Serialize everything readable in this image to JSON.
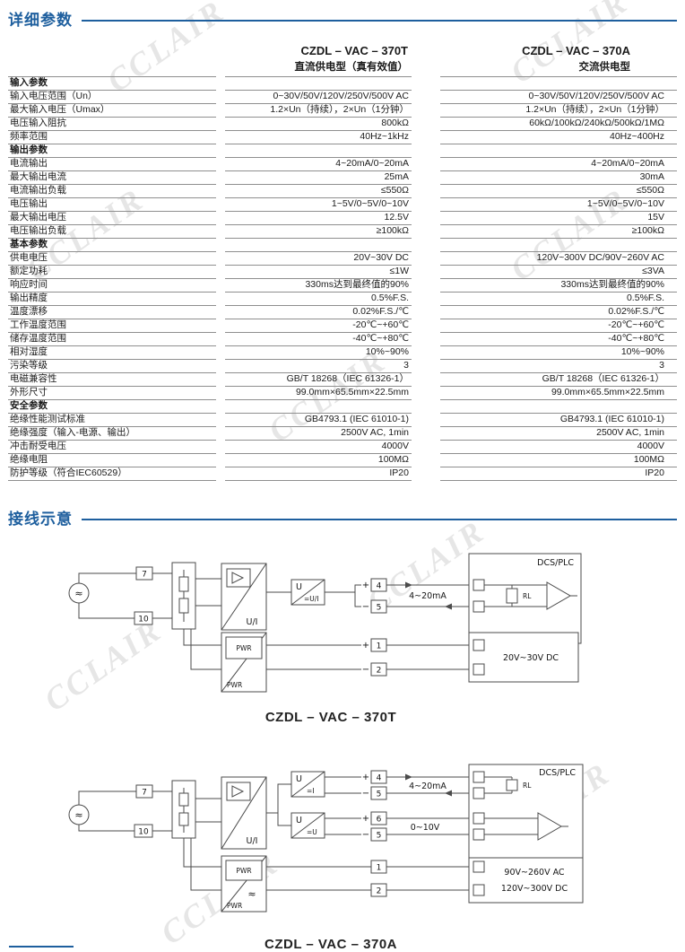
{
  "page": {
    "section1_title": "详细参数",
    "section2_title": "接线示意",
    "watermark": "CCLAIR",
    "accent_color": "#1e5f9e"
  },
  "table": {
    "model1": "CZDL – VAC – 370T",
    "type1": "直流供电型（真有效值）",
    "model2": "CZDL – VAC – 370A",
    "type2": "交流供电型",
    "rows": [
      {
        "type": "section",
        "label": "输入参数"
      },
      {
        "type": "data",
        "label": "输入电压范围（Un）",
        "v1": "0~30V/50V/120V/250V/500V AC",
        "v2": "0~30V/50V/120V/250V/500V AC"
      },
      {
        "type": "data",
        "label": "最大输入电压（Umax）",
        "v1": "1.2×Un（持续），2×Un（1分钟）",
        "v2": "1.2×Un（持续），2×Un（1分钟）"
      },
      {
        "type": "data",
        "label": "电压输入阻抗",
        "v1": "800kΩ",
        "v2": "60kΩ/100kΩ/240kΩ/500kΩ/1MΩ"
      },
      {
        "type": "data",
        "label": "频率范围",
        "v1": "40Hz~1kHz",
        "v2": "40Hz~400Hz"
      },
      {
        "type": "section",
        "label": "输出参数"
      },
      {
        "type": "data",
        "label": "电流输出",
        "v1": "4~20mA/0~20mA",
        "v2": "4~20mA/0~20mA"
      },
      {
        "type": "data",
        "label": "最大输出电流",
        "v1": "25mA",
        "v2": "30mA"
      },
      {
        "type": "data",
        "label": "电流输出负载",
        "v1": "≤550Ω",
        "v2": "≤550Ω"
      },
      {
        "type": "data",
        "label": "电压输出",
        "v1": "1~5V/0~5V/0~10V",
        "v2": "1~5V/0~5V/0~10V"
      },
      {
        "type": "data",
        "label": "最大输出电压",
        "v1": "12.5V",
        "v2": "15V"
      },
      {
        "type": "data",
        "label": "电压输出负载",
        "v1": "≥100kΩ",
        "v2": "≥100kΩ"
      },
      {
        "type": "section",
        "label": "基本参数"
      },
      {
        "type": "data",
        "label": "供电电压",
        "v1": "20V~30V DC",
        "v2": "120V~300V DC/90V~260V AC"
      },
      {
        "type": "data",
        "label": "额定功耗",
        "v1": "≤1W",
        "v2": "≤3VA"
      },
      {
        "type": "data",
        "label": "响应时间",
        "v1": "330ms达到最终值的90%",
        "v2": "330ms达到最终值的90%"
      },
      {
        "type": "data",
        "label": "输出精度",
        "v1": "0.5%F.S.",
        "v2": "0.5%F.S."
      },
      {
        "type": "data",
        "label": "温度漂移",
        "v1": "0.02%F.S./℃",
        "v2": "0.02%F.S./℃"
      },
      {
        "type": "data",
        "label": "工作温度范围",
        "v1": "-20℃~+60℃",
        "v2": "-20℃~+60℃"
      },
      {
        "type": "data",
        "label": "储存温度范围",
        "v1": "-40℃~+80℃",
        "v2": "-40℃~+80℃"
      },
      {
        "type": "data",
        "label": "相对湿度",
        "v1": "10%~90%",
        "v2": "10%~90%"
      },
      {
        "type": "data",
        "label": "污染等级",
        "v1": "3",
        "v2": "3"
      },
      {
        "type": "data",
        "label": "电磁兼容性",
        "v1": "GB/T 18268（IEC 61326-1）",
        "v2": "GB/T 18268（IEC 61326-1）"
      },
      {
        "type": "data",
        "label": "外形尺寸",
        "v1": "99.0mm×65.5mm×22.5mm",
        "v2": "99.0mm×65.5mm×22.5mm"
      },
      {
        "type": "section",
        "label": "安全参数"
      },
      {
        "type": "data",
        "label": "绝缘性能测试标准",
        "v1": "GB4793.1 (IEC 61010-1)",
        "v2": "GB4793.1 (IEC 61010-1)"
      },
      {
        "type": "data",
        "label": "绝缘强度（输入-电源、输出）",
        "v1": "2500V AC, 1min",
        "v2": "2500V AC, 1min"
      },
      {
        "type": "data",
        "label": "冲击耐受电压",
        "v1": "4000V",
        "v2": "4000V"
      },
      {
        "type": "data",
        "label": "绝缘电阻",
        "v1": "100MΩ",
        "v2": "100MΩ"
      },
      {
        "type": "data",
        "label": "防护等级（符合IEC60529）",
        "v1": "IP20",
        "v2": "IP20"
      }
    ]
  },
  "diagram1": {
    "caption": "CZDL – VAC – 370T",
    "ac_source": "≈",
    "terminal_7": "7",
    "terminal_10": "10",
    "terminal_4": "4",
    "terminal_5": "5",
    "terminal_1": "1",
    "terminal_2": "2",
    "plus": "+",
    "minus": "−",
    "ui_label": "U/I",
    "conv_top": "U",
    "conv_bottom": "=U/I",
    "current_label": "4~20mA",
    "dcs_label": "DCS/PLC",
    "rl_label": "RL",
    "pwr_label": "PWR",
    "supply_label": "20V~30V DC"
  },
  "diagram2": {
    "caption": "CZDL – VAC – 370A",
    "ac_source": "≈",
    "terminal_7": "7",
    "terminal_10": "10",
    "terminal_4": "4",
    "terminal_5": "5",
    "terminal_6": "6",
    "terminal_1": "1",
    "terminal_2": "2",
    "plus": "+",
    "minus": "−",
    "ui_label": "U/I",
    "convA_top": "U",
    "convA_bottom": "=I",
    "convB_top": "U",
    "convB_bottom": "=U",
    "current_label": "4~20mA",
    "voltage_label": "0~10V",
    "dcs_label": "DCS/PLC",
    "rl_label": "RL",
    "pwr_label": "PWR",
    "pwr_ac": "≈",
    "supply_line1": "90V~260V AC",
    "supply_line2": "120V~300V DC"
  }
}
